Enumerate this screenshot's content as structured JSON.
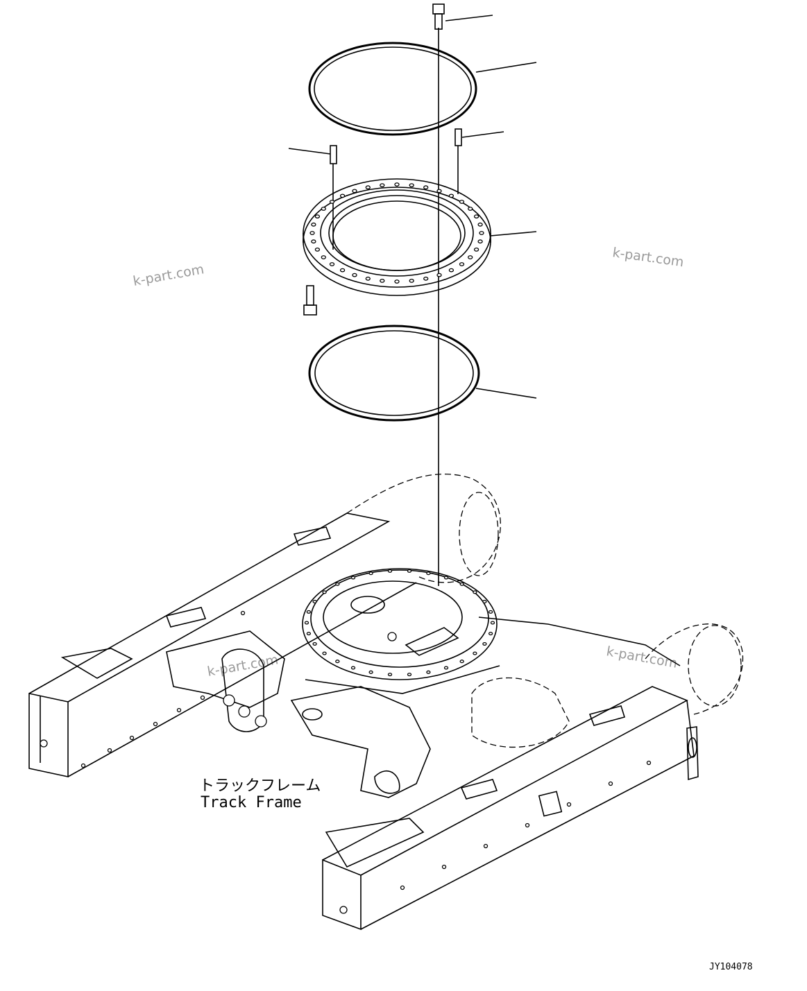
{
  "diagram": {
    "frame_label_jp": "トラックフレーム",
    "frame_label_en": "Track Frame",
    "drawing_code": "JY104078",
    "watermarks": [
      "k-part.com",
      "k-part.com",
      "k-part.com",
      "k-part.com"
    ]
  }
}
